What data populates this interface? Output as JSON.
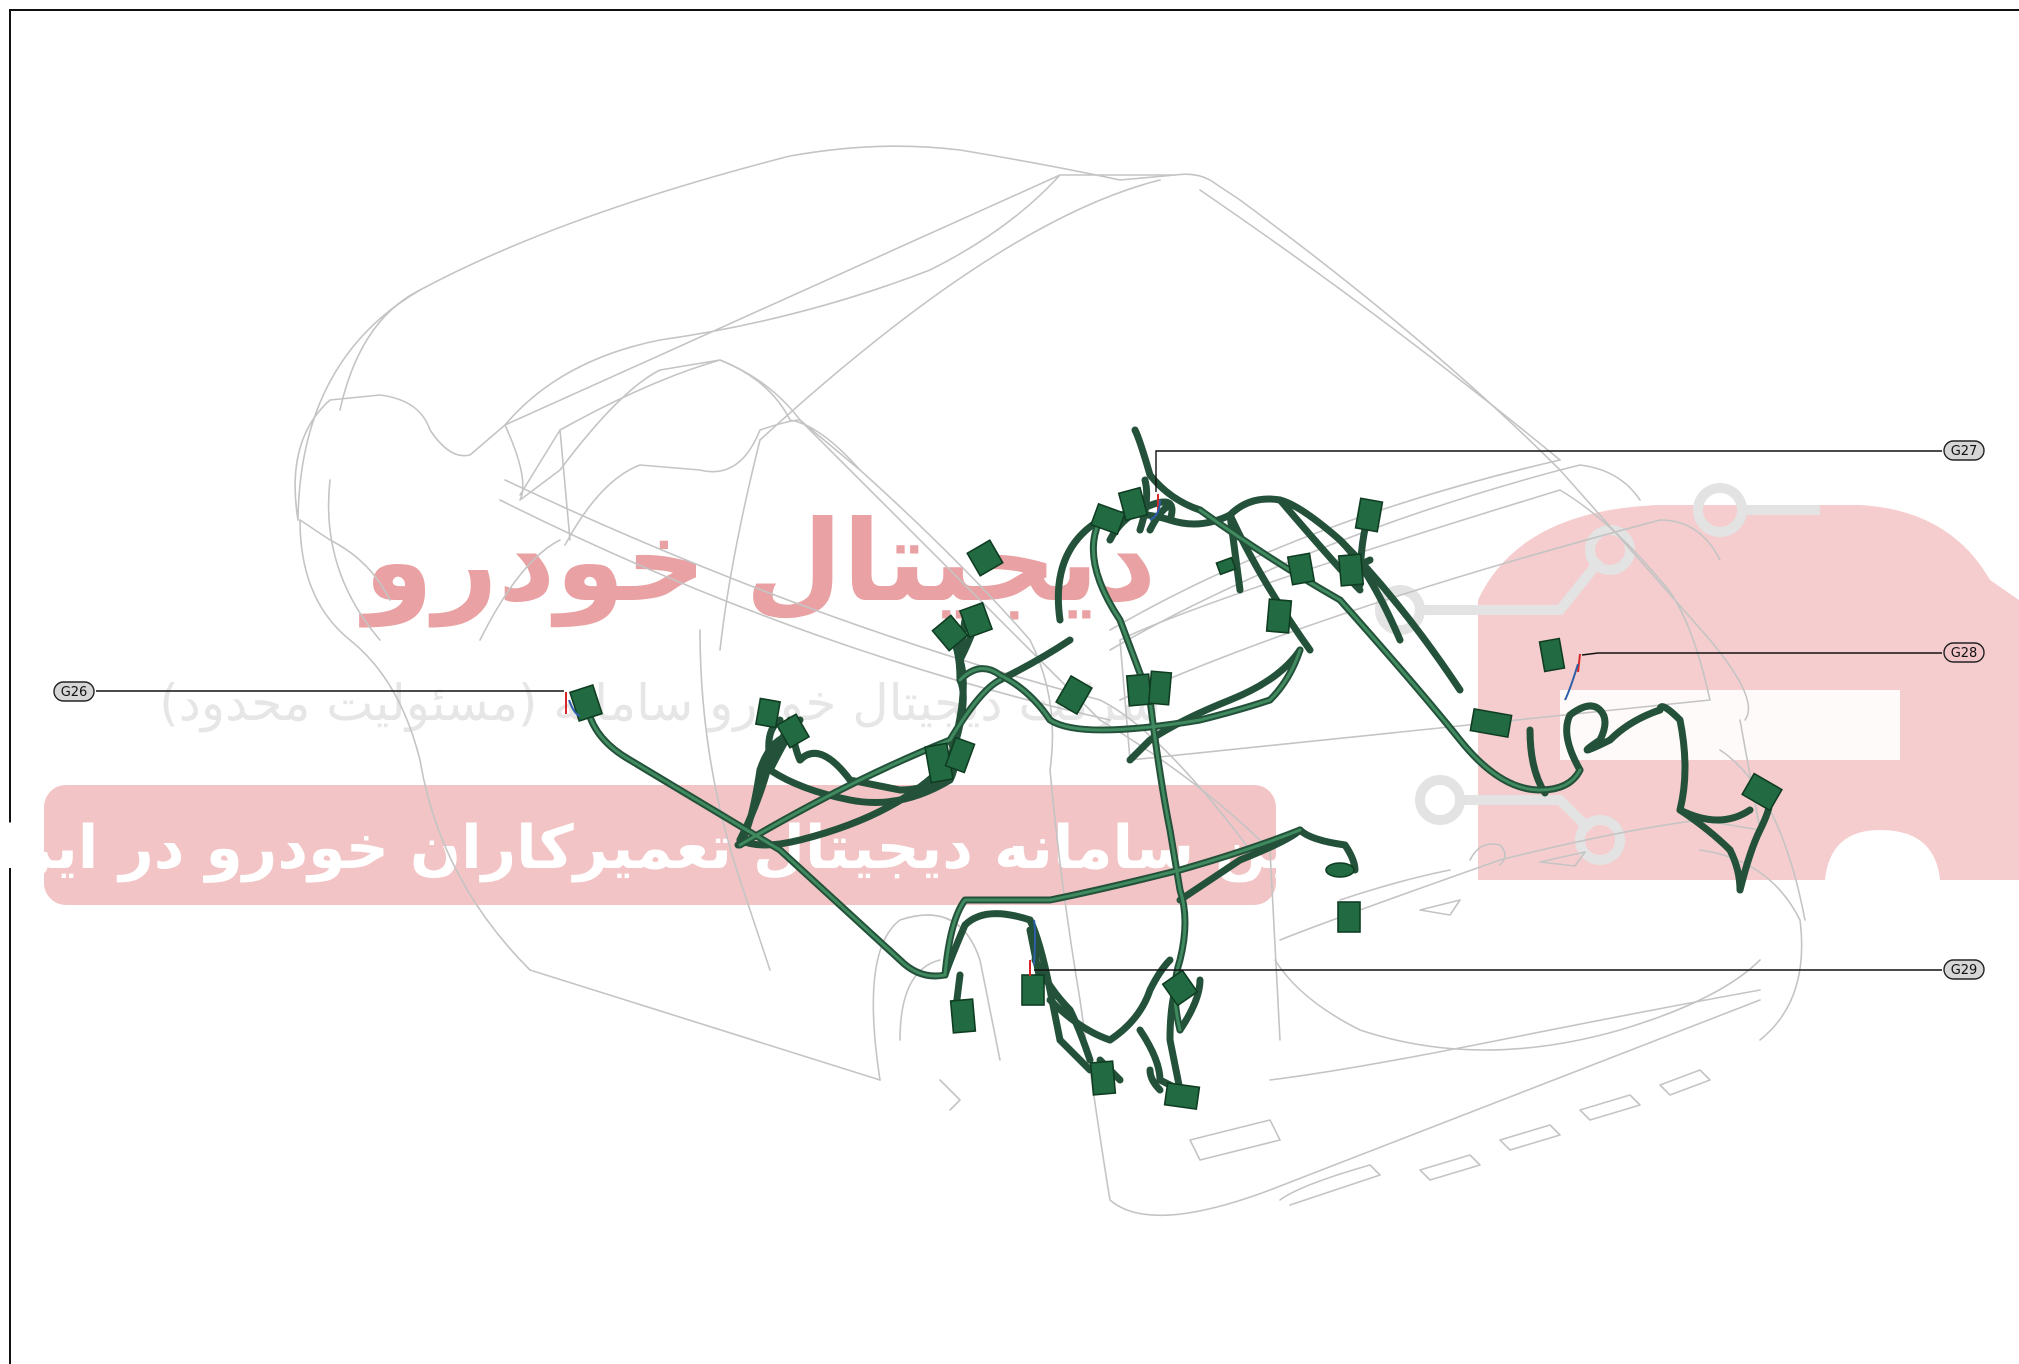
{
  "watermark": {
    "brand": "دیجیتال خودرو",
    "subtitle": "شرکت دیجیتال خودرو سامانه (مسئولیت محدود)",
    "banner": "اولین سامانه دیجیتال تعمیرکاران خودرو در ایران",
    "brand_color": "#e9a1a3",
    "banner_color": "#f3c4c5"
  },
  "callouts": [
    {
      "id": "G26",
      "label": "G26"
    },
    {
      "id": "G27",
      "label": "G27"
    },
    {
      "id": "G28",
      "label": "G28"
    },
    {
      "id": "G29",
      "label": "G29"
    }
  ],
  "colors": {
    "harness": "#24513a",
    "connector": "#226b42",
    "car_outline": "#c4c4c4"
  }
}
